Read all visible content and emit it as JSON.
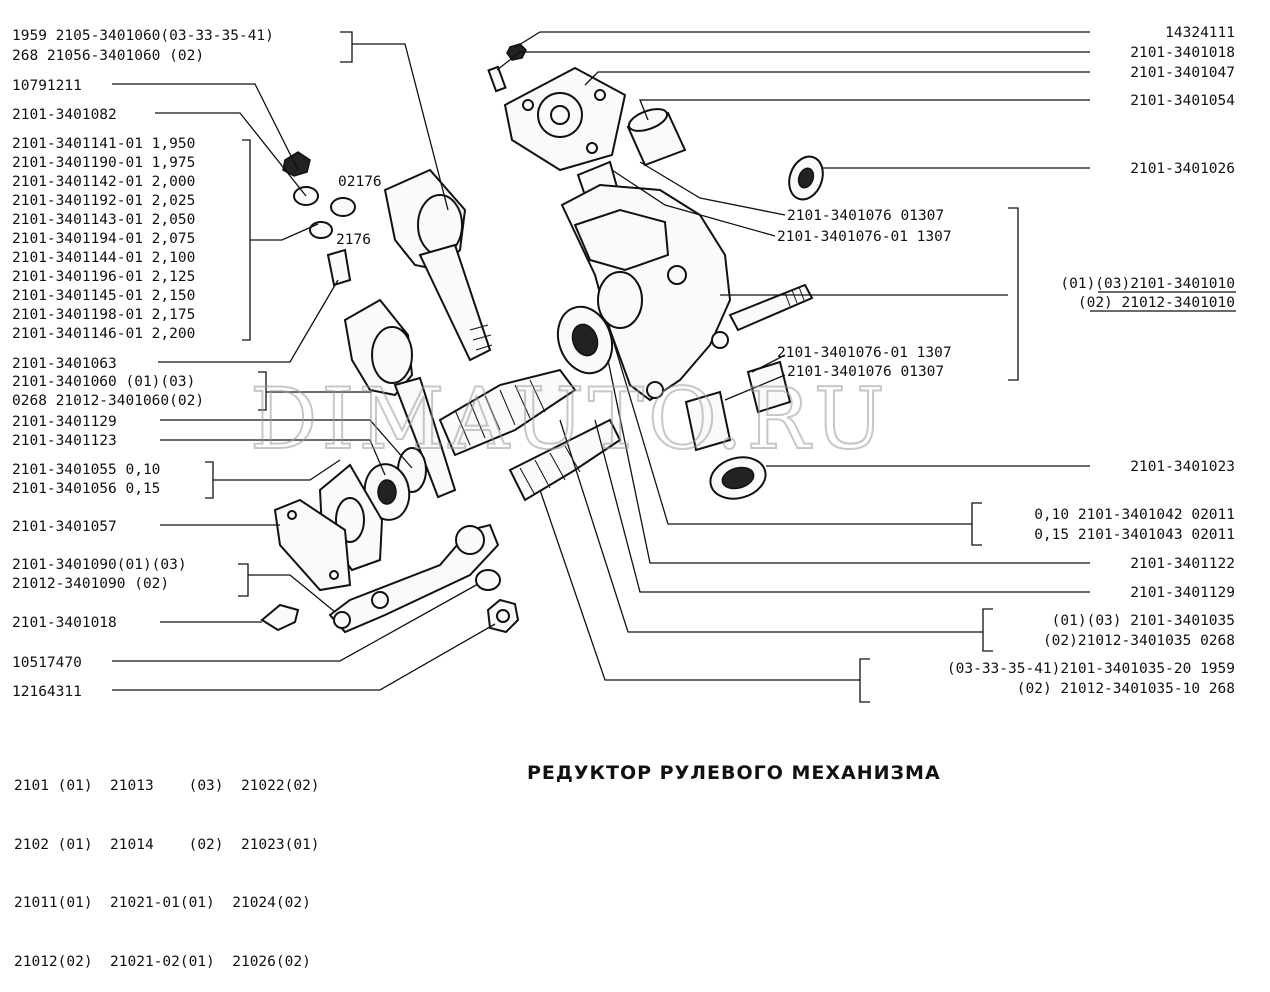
{
  "title": "РЕДУКТОР РУЛЕВОГО МЕХАНИЗМА",
  "watermark": "DIMAUTO.RU",
  "left_labels": {
    "g1": [
      "1959 2105-3401060(03-33-35-41)",
      "268  21056-3401060  (02)"
    ],
    "l_10791211": "10791211",
    "l_2101_3401082": "2101-3401082",
    "shims": [
      "2101-3401141-01 1,950",
      "2101-3401190-01 1,975",
      "2101-3401142-01 2,000",
      "2101-3401192-01 2,025",
      "2101-3401143-01 2,050",
      "2101-3401194-01 2,075",
      "2101-3401144-01 2,100",
      "2101-3401196-01 2,125",
      "2101-3401145-01 2,150",
      "2101-3401198-01 2,175",
      "2101-3401146-01 2,200"
    ],
    "l_2101_3401063": "2101-3401063",
    "g2": [
      "2101-3401060   (01)(03)",
      "0268 21012-3401060(02)"
    ],
    "l_2101_3401129": "2101-3401129",
    "l_2101_3401123": "2101-3401123",
    "g3": [
      "2101-3401055 0,10",
      "2101-3401056 0,15"
    ],
    "l_2101_3401057": "2101-3401057",
    "g4": [
      "2101-3401090(01)(03)",
      "21012-3401090   (02)"
    ],
    "l_2101_3401018": "2101-3401018",
    "l_10517470": "10517470",
    "l_12164311": "12164311"
  },
  "inner_labels": {
    "l_02176": "02176",
    "l_2176": "2176",
    "m1": "2101-3401076 01307",
    "m2": "2101-3401076-01 1307",
    "m3": "2101-3401076-01 1307",
    "m4": "2101-3401076 01307"
  },
  "right_labels": {
    "r_14324111": "14324111",
    "r_2101_3401018": "2101-3401018",
    "r_2101_3401047": "2101-3401047",
    "r_2101_3401054": "2101-3401054",
    "r_2101_3401026": "2101-3401026",
    "g5": [
      "(01)(03)2101-3401010",
      "(02)    21012-3401010"
    ],
    "r_2101_3401023": "2101-3401023",
    "g6": [
      "0,10 2101-3401042 02011",
      "0,15 2101-3401043 02011"
    ],
    "r_2101_3401122": "2101-3401122",
    "r_2101_3401129": "2101-3401129",
    "g7": [
      "(01)(03)   2101-3401035",
      "(02)21012-3401035 0268"
    ],
    "g8": [
      "(03-33-35-41)2101-3401035-20 1959",
      "(02)  21012-3401035-10   268"
    ]
  },
  "models": [
    "2101 (01)  21013    (03)  21022(02)",
    "2102 (01)  21014    (02)  21023(01)",
    "21011(01)  21021-01(01)  21024(02)",
    "21012(02)  21021-02(01)  21026(02)"
  ]
}
